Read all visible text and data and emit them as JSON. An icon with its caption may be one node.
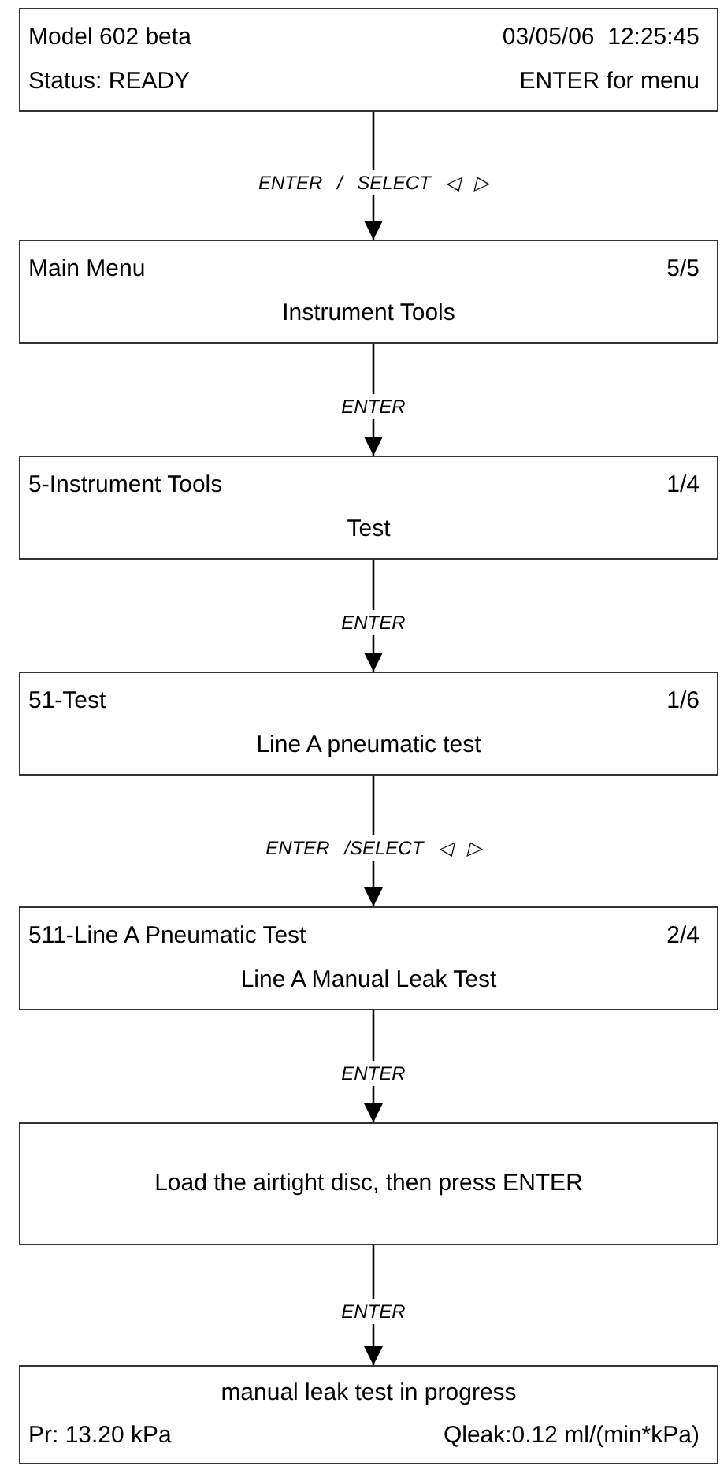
{
  "diagram": {
    "nodes": [
      {
        "text": [
          "Model 602 beta",
          "03/05/06  12:25:45",
          "Status: READY",
          "ENTER for menu"
        ]
      },
      {
        "text": [
          "Main Menu",
          "5/5",
          "Instrument Tools"
        ]
      },
      {
        "text": [
          "5-Instrument Tools",
          "1/4",
          "Test"
        ]
      },
      {
        "text": [
          "51-Test",
          "1/6",
          "Line A pneumatic test"
        ]
      },
      {
        "text": [
          "511-Line A Pneumatic Test",
          "2/4",
          "Line A Manual Leak Test"
        ]
      },
      {
        "text": [
          "Load the airtight disc, then press ENTER"
        ]
      },
      {
        "text": [
          "manual leak test in progress",
          "Pr: 13.20 kPa",
          "Qleak:0.12 ml/(min*kPa)"
        ]
      }
    ],
    "edges": [
      {
        "from": 0,
        "to": 1,
        "arrow": "to",
        "label": "ENTER / SELECT ◁ ▷"
      },
      {
        "from": 1,
        "to": 2,
        "arrow": "to",
        "label": "ENTER"
      },
      {
        "from": 2,
        "to": 3,
        "arrow": "to",
        "label": "ENTER"
      },
      {
        "from": 3,
        "to": 4,
        "arrow": "to",
        "label": "ENTER /SELECT ◁ ▷"
      },
      {
        "from": 4,
        "to": 5,
        "arrow": "to",
        "label": "ENTER"
      },
      {
        "from": 5,
        "to": 6,
        "arrow": "to",
        "label": "ENTER"
      }
    ]
  }
}
